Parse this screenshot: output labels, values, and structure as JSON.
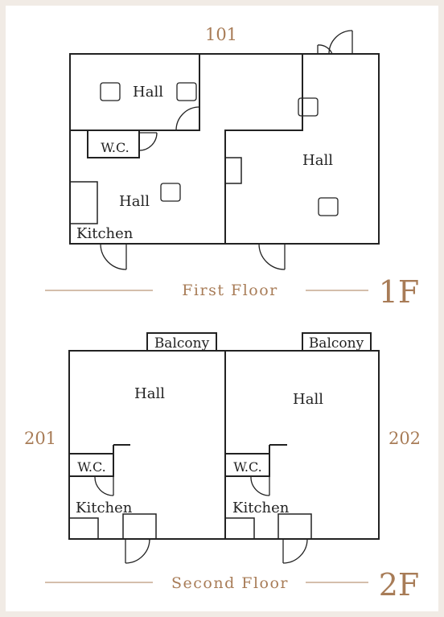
{
  "colors": {
    "background": "#f1ebe5",
    "paper": "#ffffff",
    "accent": "#a87c57",
    "wall": "#222222"
  },
  "first_floor": {
    "unit_number": "101",
    "caption": "First Floor",
    "badge": "1F",
    "rooms": {
      "hall_top": "Hall",
      "hall_left": "Hall",
      "hall_right": "Hall",
      "wc": "W.C.",
      "kitchen": "Kitchen"
    }
  },
  "second_floor": {
    "caption": "Second Floor",
    "badge": "2F",
    "units": [
      {
        "number": "201",
        "balcony": "Balcony",
        "hall": "Hall",
        "wc": "W.C.",
        "kitchen": "Kitchen"
      },
      {
        "number": "202",
        "balcony": "Balcony",
        "hall": "Hall",
        "wc": "W.C.",
        "kitchen": "Kitchen"
      }
    ]
  }
}
